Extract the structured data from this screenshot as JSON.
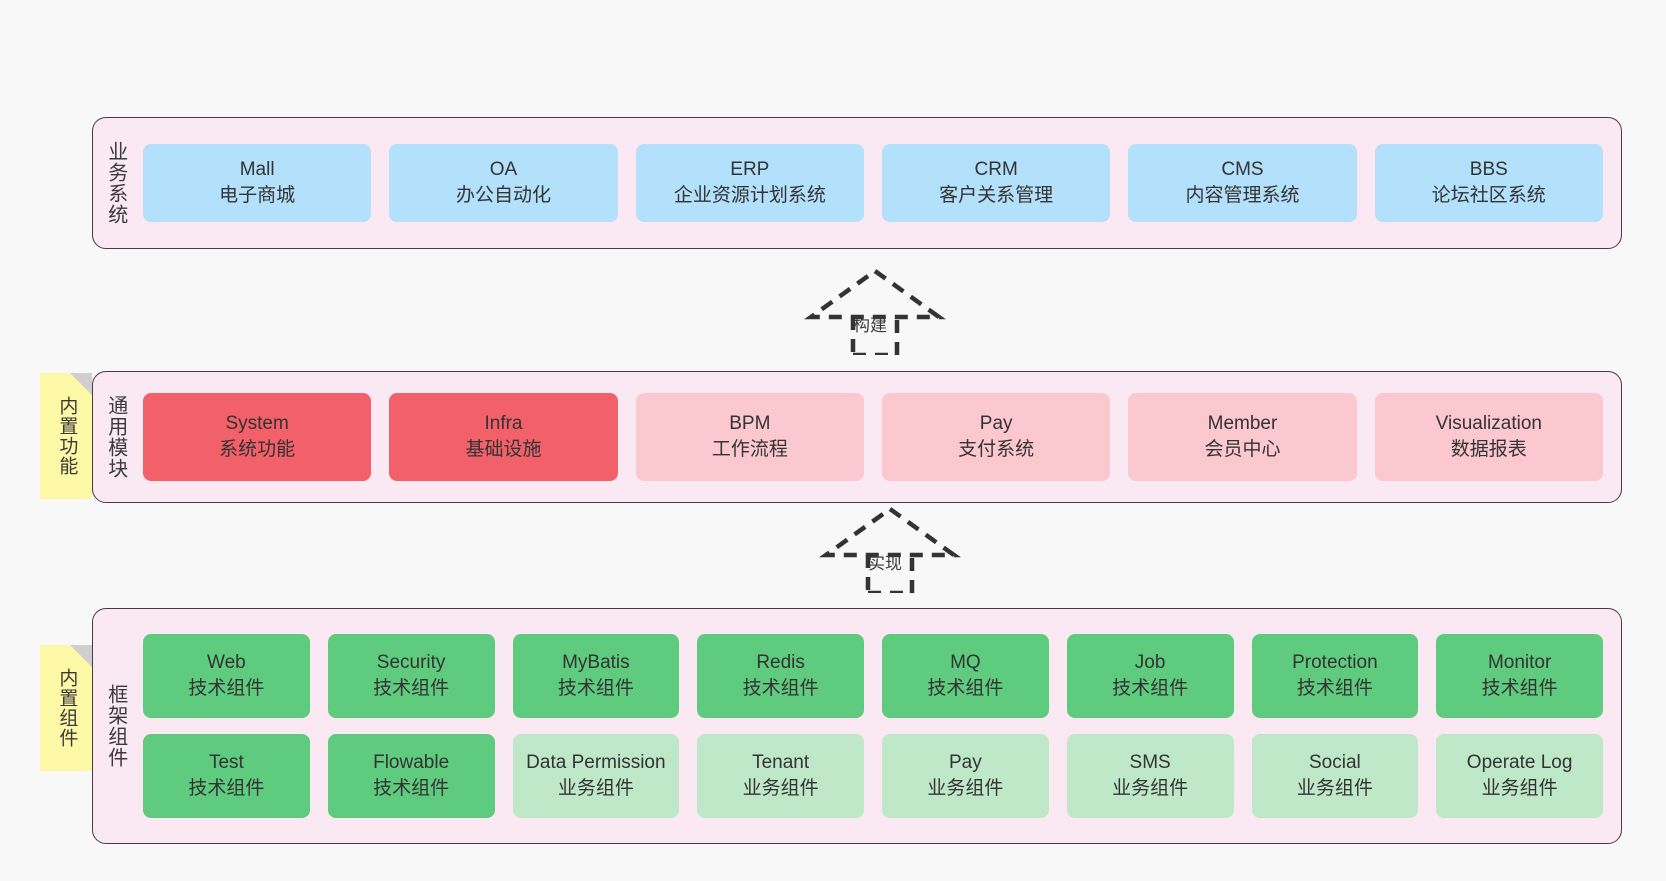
{
  "diagram": {
    "background": "#f8f8f8",
    "panel_bg": "#fae9f3",
    "panel_border": "#4a3b42",
    "note_bg": "#fdf8a6"
  },
  "layers": [
    {
      "id": "business",
      "title": "业务系统",
      "color": "#b3e0fb",
      "rows": [
        [
          {
            "en": "Mall",
            "cn": "电子商城",
            "style": "c-blue"
          },
          {
            "en": "OA",
            "cn": "办公自动化",
            "style": "c-blue"
          },
          {
            "en": "ERP",
            "cn": "企业资源计划系统",
            "style": "c-blue"
          },
          {
            "en": "CRM",
            "cn": "客户关系管理",
            "style": "c-blue"
          },
          {
            "en": "CMS",
            "cn": "内容管理系统",
            "style": "c-blue"
          },
          {
            "en": "BBS",
            "cn": "论坛社区系统",
            "style": "c-blue"
          }
        ]
      ]
    },
    {
      "id": "modules",
      "title": "通用模块",
      "note": "内置功能",
      "color": "#fbc8d0",
      "rows": [
        [
          {
            "en": "System",
            "cn": "系统功能",
            "style": "c-red"
          },
          {
            "en": "Infra",
            "cn": "基础设施",
            "style": "c-red"
          },
          {
            "en": "BPM",
            "cn": "工作流程",
            "style": "c-pink"
          },
          {
            "en": "Pay",
            "cn": "支付系统",
            "style": "c-pink"
          },
          {
            "en": "Member",
            "cn": "会员中心",
            "style": "c-pink"
          },
          {
            "en": "Visualization",
            "cn": "数据报表",
            "style": "c-pink"
          }
        ]
      ]
    },
    {
      "id": "framework",
      "title": "框架组件",
      "note": "内置组件",
      "color": "#5fcb7e",
      "rows": [
        [
          {
            "en": "Web",
            "cn": "技术组件",
            "style": "c-green"
          },
          {
            "en": "Security",
            "cn": "技术组件",
            "style": "c-green"
          },
          {
            "en": "MyBatis",
            "cn": "技术组件",
            "style": "c-green"
          },
          {
            "en": "Redis",
            "cn": "技术组件",
            "style": "c-green"
          },
          {
            "en": "MQ",
            "cn": "技术组件",
            "style": "c-green"
          },
          {
            "en": "Job",
            "cn": "技术组件",
            "style": "c-green"
          },
          {
            "en": "Protection",
            "cn": "技术组件",
            "style": "c-green"
          },
          {
            "en": "Monitor",
            "cn": "技术组件",
            "style": "c-green"
          }
        ],
        [
          {
            "en": "Test",
            "cn": "技术组件",
            "style": "c-green"
          },
          {
            "en": "Flowable",
            "cn": "技术组件",
            "style": "c-green"
          },
          {
            "en": "Data Permission",
            "cn": "业务组件",
            "style": "c-greenlight"
          },
          {
            "en": "Tenant",
            "cn": "业务组件",
            "style": "c-greenlight"
          },
          {
            "en": "Pay",
            "cn": "业务组件",
            "style": "c-greenlight"
          },
          {
            "en": "SMS",
            "cn": "业务组件",
            "style": "c-greenlight"
          },
          {
            "en": "Social",
            "cn": "业务组件",
            "style": "c-greenlight"
          },
          {
            "en": "Operate Log",
            "cn": "业务组件",
            "style": "c-greenlight"
          }
        ]
      ]
    }
  ],
  "connectors": [
    {
      "id": "build",
      "label": "构建",
      "from": "modules",
      "to": "business",
      "style": "dashed-generalization"
    },
    {
      "id": "implement",
      "label": "实现",
      "from": "framework",
      "to": "modules",
      "style": "dashed-generalization"
    }
  ]
}
